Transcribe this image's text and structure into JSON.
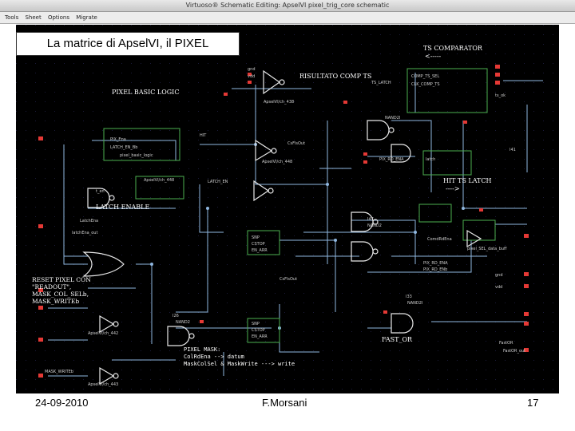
{
  "window": {
    "title": "Virtuoso® Schematic Editing: ApselVI pixel_trig_core schematic"
  },
  "menu": [
    {
      "label": "Tools"
    },
    {
      "label": "Sheet"
    },
    {
      "label": "Options"
    },
    {
      "label": "Migrate"
    }
  ],
  "slide": {
    "title": "La matrice di ApselVI, il PIXEL",
    "date": "24-09-2010",
    "author": "F.Morsani",
    "page": "17"
  },
  "schematic": {
    "labels": {
      "pixel_basic_logic": "PIXEL BASIC LOGIC",
      "risultato_comp_ts": "RISULTATO COMP TS",
      "ts_comparator": "TS COMPARATOR",
      "ts_arrow": "<-----",
      "hit_ts_latch": "HIT TS LATCH",
      "hit_ts_arrow": "---->",
      "latch_enable": "LATCH ENABLE",
      "reset_line1": "RESET PIXEL CON",
      "reset_line2": "\"READOUT\",",
      "reset_line3": "MASK_COL_SELb,",
      "reset_line4": "MASK_WRITEb",
      "fast_or": "FAST_OR",
      "pixel_mask": "PIXEL MASK:",
      "mask_line1": "ColRdEna   --> datum",
      "mask_line2": "MaskColSel & MaskWrite ---> write"
    },
    "nodes": {
      "nand_a": "NAND2I",
      "nand_b": "NAND2",
      "nand_c": "NAND2",
      "nand_d": "NAND2I",
      "inst_a": "I47",
      "inst_b": "I26",
      "inst_c": "I33",
      "inst_d": "I41",
      "latch_lbl": "LATCH_EN",
      "pixel_sel": "pixel_SEL_data_buff",
      "fast_or_out": "FastOR",
      "hit_label": "HIT",
      "ts_latch": "TS_LATCH",
      "cs_out": "CsFlsOut",
      "pix_rd_ena": "PIX_RD_ENA",
      "pix_rd_enb": "PIX_RD_ENb"
    }
  }
}
